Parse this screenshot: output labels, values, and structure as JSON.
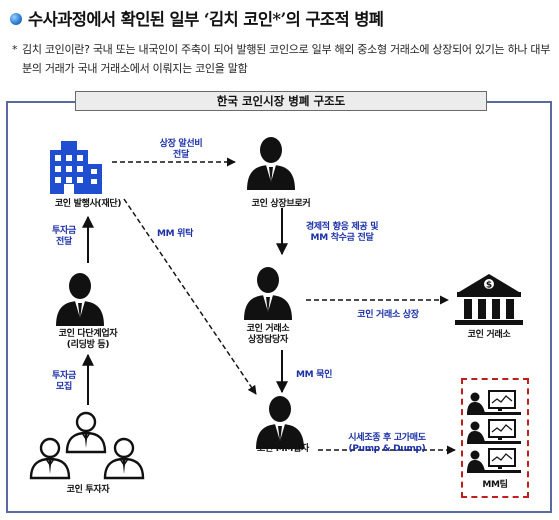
{
  "header": {
    "title": "수사과정에서 확인된 일부 ‘김치 코인*’의 구조적 병폐"
  },
  "footnote": {
    "marker": "*",
    "text": "김치 코인이란? 국내 또는 내국인이 주축이 되어 발행된 코인으로 일부 해외 중소형 거래소에 상장되어 있기는 하나 대부분의 거래가 국내 거래소에서 이뤄지는 코인을 말함"
  },
  "diagram": {
    "title": "한국 코인시장 병폐 구조도",
    "nodes": {
      "issuer": "코인 발행사(재단)",
      "broker": "코인 상장브로커",
      "multilevel": "코인 다단계업자\n(리딩방 등)",
      "exchange_manager": "코인 거래소\n상장담당자",
      "exchange": "코인 거래소",
      "investors": "코인 투자자",
      "mm_operator": "코인 MM업자",
      "mm_team": "MM팀"
    },
    "edges": {
      "listing_fee": "상장 알선비\n전달",
      "mm_consign": "MM 위탁",
      "investment_deliver": "투자금\n전달",
      "investment_raise": "투자금\n모집",
      "benefit_bribe": "경제적 향응 제공 및\nMM 착수금 전달",
      "listing": "코인 거래소 상장",
      "mm_introduce": "MM 묵인",
      "pump_dump": "시세조종 후 고가매도\n(Pump & Dump)"
    }
  },
  "colors": {
    "accent_blue": "#1a2fa8",
    "building_blue": "#1f4fd0",
    "mm_border": "#c0201d"
  }
}
